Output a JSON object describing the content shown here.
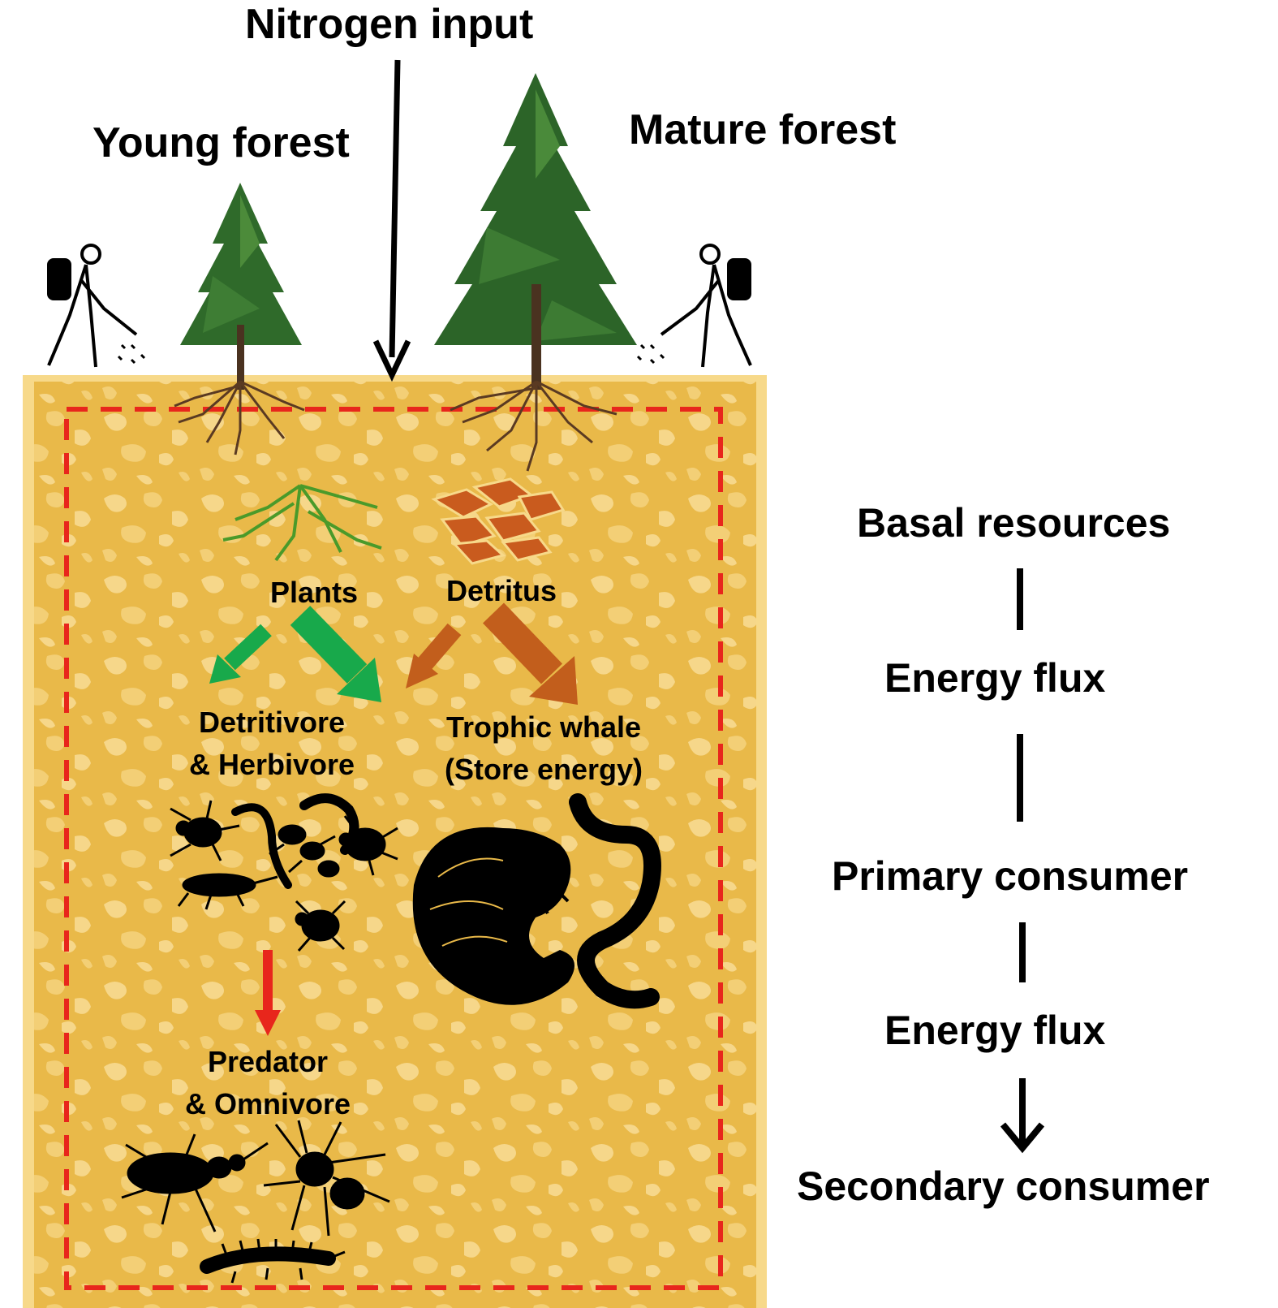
{
  "top": {
    "nitrogen_input": "Nitrogen input",
    "young_forest": "Young forest",
    "mature_forest": "Mature forest"
  },
  "soil": {
    "plants": "Plants",
    "detritus": "Detritus",
    "detritivore_line1": "Detritivore",
    "detritivore_line2": "& Herbivore",
    "whale_line1": "Trophic whale",
    "whale_line2": "(Store energy)",
    "predator_line1": "Predator",
    "predator_line2": "& Omnivore"
  },
  "legend": {
    "basal": "Basal resources",
    "flux1": "Energy flux",
    "primary": "Primary consumer",
    "flux2": "Energy flux",
    "secondary": "Secondary consumer"
  },
  "colors": {
    "soil": "#e9b949",
    "soil_light": "#f7d98a",
    "boundary": "#e8261c",
    "plant_arrow": "#18a94b",
    "detritus_arrow": "#c25e1c",
    "predator_arrow": "#e8261c"
  },
  "icons": [
    "person-spraying-icon",
    "tree-icon",
    "roots-icon",
    "leaf-litter-icon",
    "mite-icon",
    "springtail-icon",
    "millipede-icon",
    "beetle-larva-icon",
    "earthworm-icon",
    "ground-beetle-icon",
    "spider-icon",
    "centipede-icon"
  ]
}
